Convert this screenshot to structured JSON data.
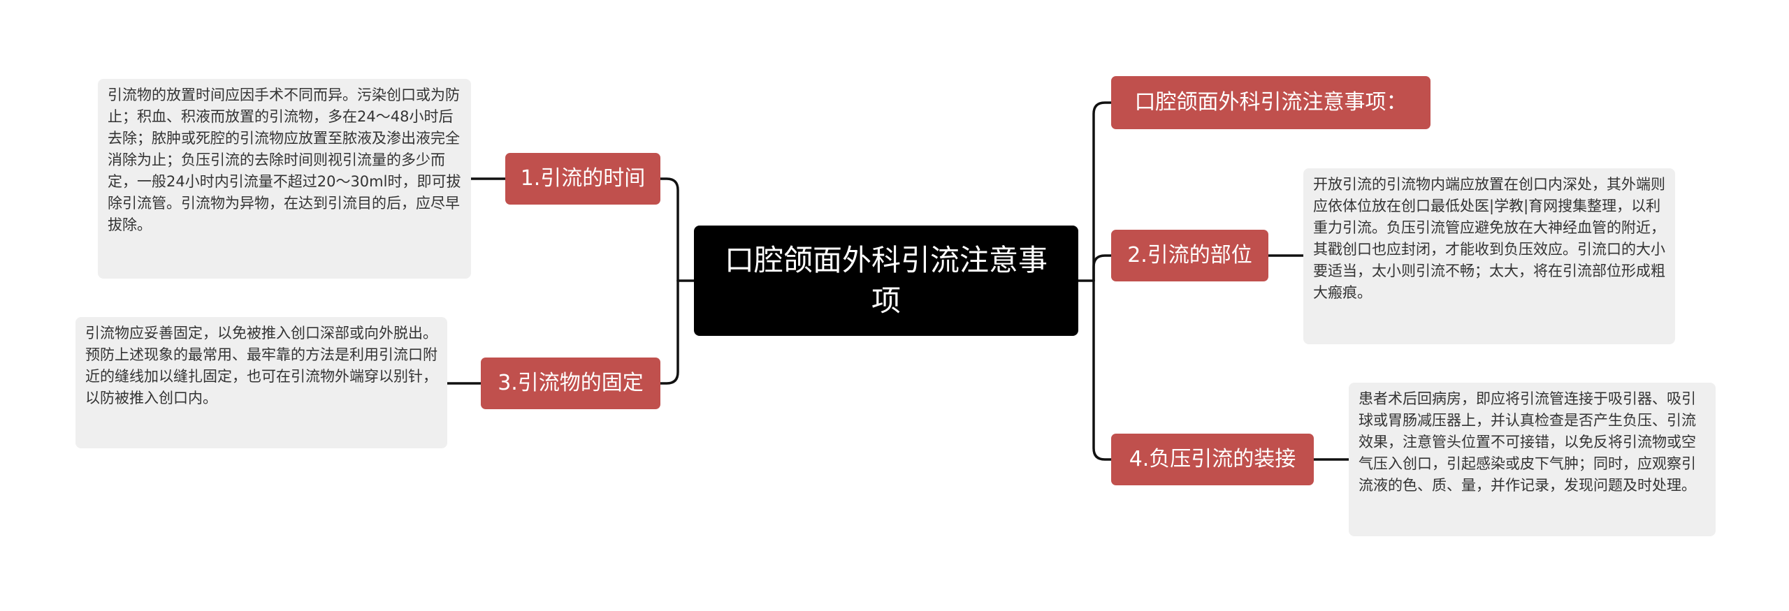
{
  "center": {
    "title": "口腔颌面外科引流注意事项"
  },
  "right_branches": [
    {
      "label": "口腔颌面外科引流注意事项：",
      "note": ""
    },
    {
      "label": "2.引流的部位",
      "note": "开放引流的引流物内端应放置在创口内深处，其外端则应依体位放在创口最低处医|学教|育网搜集整理，以利重力引流。负压引流管应避免放在大神经血管的附近，其戳创口也应封闭，才能收到负压效应。引流口的大小要适当，太小则引流不畅；太大，将在引流部位形成粗大瘢痕。"
    },
    {
      "label": "4.负压引流的装接",
      "note": "患者术后回病房，即应将引流管连接于吸引器、吸引球或胃肠减压器上，并认真检查是否产生负压、引流效果，注意管头位置不可接错，以免反将引流物或空气压入创口，引起感染或皮下气肿；同时，应观察引流液的色、质、量，并作记录，发现问题及时处理。"
    }
  ],
  "left_branches": [
    {
      "label": "1.引流的时间",
      "note": "引流物的放置时间应因手术不同而异。污染创口或为防止；积血、积液而放置的引流物，多在24～48小时后去除；脓肿或死腔的引流物应放置至脓液及渗出液完全消除为止；负压引流的去除时间则视引流量的多少而定，一般24小时内引流量不超过20～30ml时，即可拔除引流管。引流物为异物，在达到引流目的后，应尽早拔除。"
    },
    {
      "label": "3.引流物的固定",
      "note": "引流物应妥善固定，以免被推入创口深部或向外脱出。预防上述现象的最常用、最牢靠的方法是利用引流口附近的缝线加以缝扎固定，也可在引流物外端穿以别针，以防被推入创口内。"
    }
  ],
  "colors": {
    "center_bg": "#000000",
    "branch_bg": "#c0504d",
    "note_bg": "#efefef",
    "line": "#000000"
  }
}
